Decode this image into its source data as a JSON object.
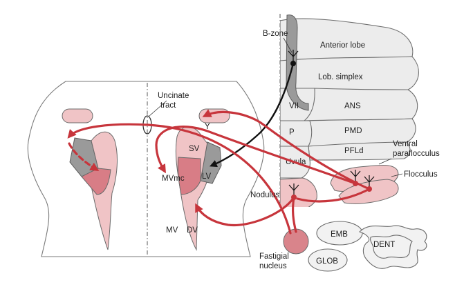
{
  "labels": {
    "b_zone": "B-zone",
    "anterior_lobe": "Anterior lobe",
    "lob_simplex": "Lob. simplex",
    "vii": "VII",
    "ans": "ANS",
    "p": "P",
    "pmd": "PMD",
    "pfld": "PFLd",
    "uvula": "Uvula",
    "ventral": "Ventral",
    "paraflocculus": "paraflocculus",
    "flocculus": "Flocculus",
    "nodulus": "Nodulus",
    "uncinate": "Uncinate",
    "tract": "tract",
    "y": "Y",
    "sv": "SV",
    "lv": "LV",
    "mvmc": "MVmc",
    "mv": "MV",
    "dv": "DV",
    "fastigial": "Fastigial",
    "nucleus": "nucleus",
    "emb": "EMB",
    "glob": "GLOB",
    "dent": "DENT"
  },
  "colors": {
    "projection_red": "#c7353c",
    "pink_light": "#f0c4c6",
    "pink_dark": "#d87d86",
    "grey_zone": "#9a9a9a",
    "black_projection": "#111111"
  }
}
